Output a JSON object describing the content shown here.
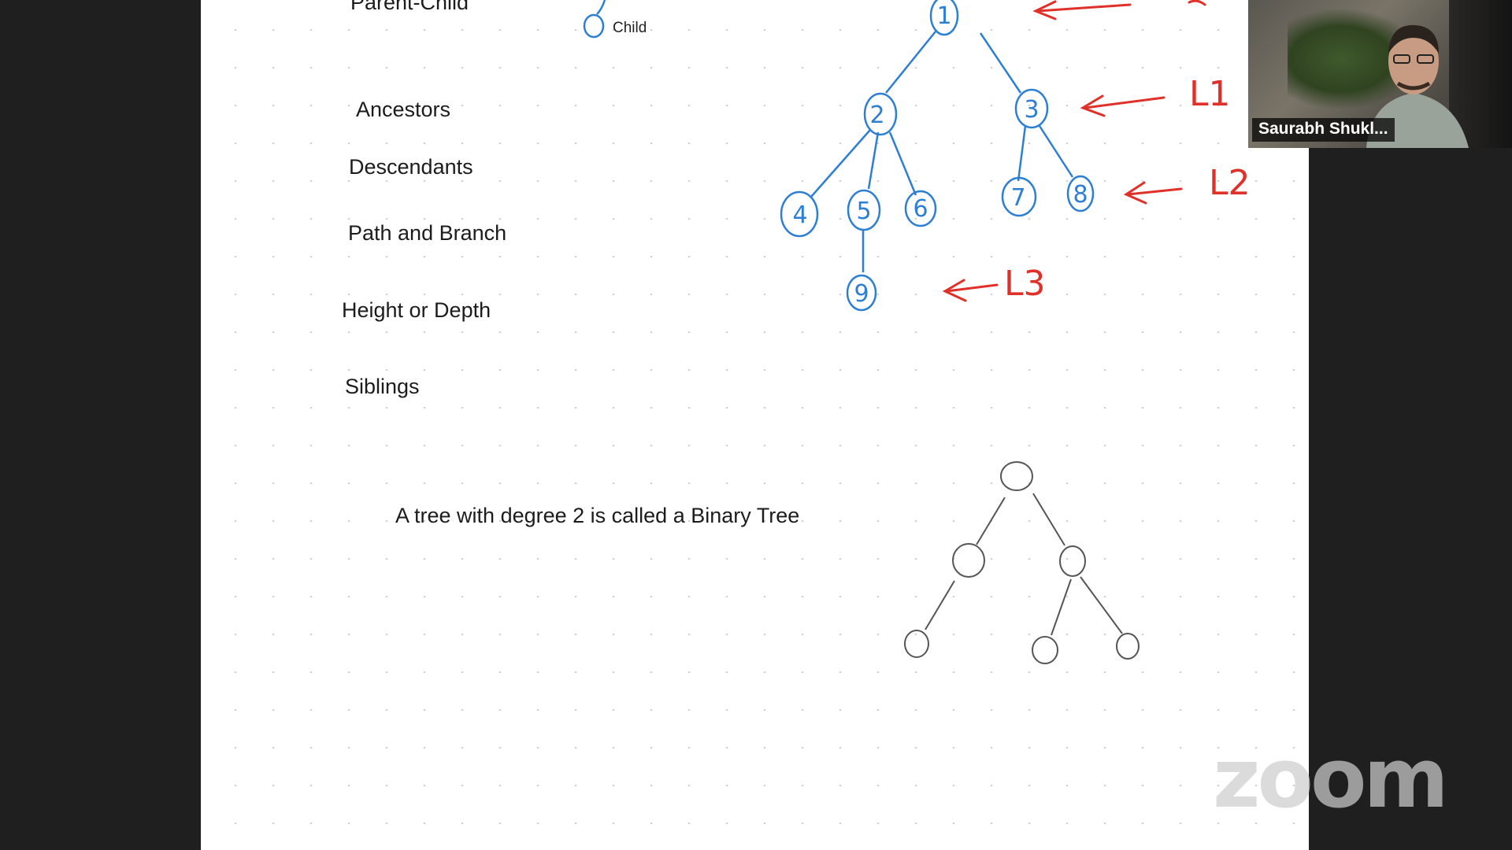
{
  "slide": {
    "terms": {
      "parent_child": "Parent-Child",
      "ancestors": "Ancestors",
      "descendants": "Descendants",
      "path_branch": "Path and Branch",
      "height_depth": "Height  or Depth",
      "siblings": "Siblings"
    },
    "child_label": "Child",
    "statement": "A tree with degree 2 is called a Binary Tree"
  },
  "annotations": {
    "nodes": [
      "1",
      "2",
      "3",
      "4",
      "5",
      "6",
      "7",
      "8",
      "9"
    ],
    "levels": [
      "L1",
      "L2",
      "L3"
    ],
    "ink_colors": {
      "tree": "#2d7fd4",
      "levels": "#e0302a",
      "sketch": "#555555"
    }
  },
  "video": {
    "participant_name": "Saurabh Shukl..."
  },
  "watermark": "zoom"
}
